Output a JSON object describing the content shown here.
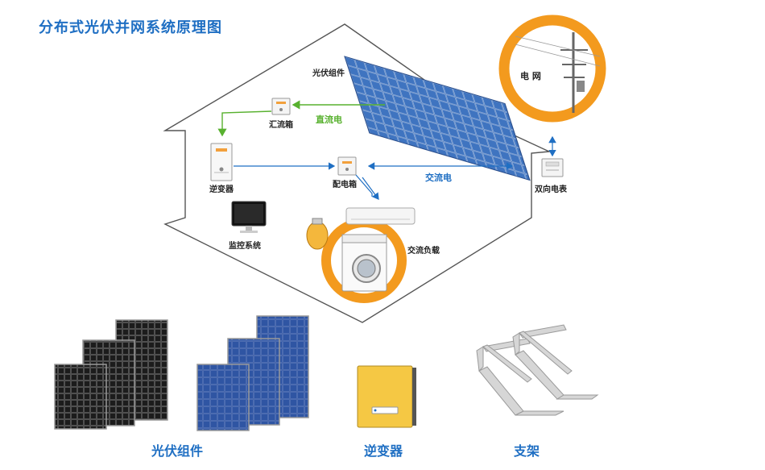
{
  "title": "分布式光伏并网系统原理图",
  "labels": {
    "pv_module": "光伏组件",
    "combiner_box": "汇流箱",
    "dc": "直流电",
    "inverter": "逆变器",
    "distribution_box": "配电箱",
    "ac": "交流电",
    "bidirectional_meter": "双向电表",
    "monitoring": "监控系统",
    "ac_load": "交流负载",
    "grid": "电 网"
  },
  "captions": {
    "pv_module": "光伏组件",
    "inverter": "逆变器",
    "bracket": "支架"
  },
  "colors": {
    "title": "#1f6fc3",
    "dc_line": "#58b12f",
    "ac_line": "#1f6fc3",
    "ring": "#f39a1e",
    "panel_blue": "#2c5ea8",
    "panel_black": "#1a1a1a"
  }
}
